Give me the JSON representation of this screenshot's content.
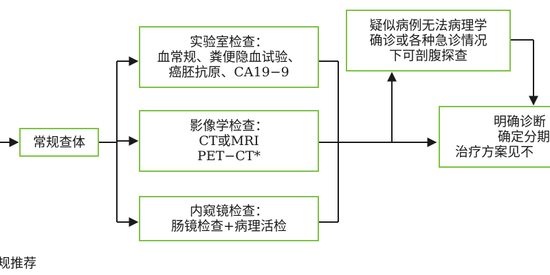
{
  "nodes": {
    "exam": {
      "label": "常规查体"
    },
    "lab": {
      "title": "实验室检查：",
      "lines": [
        "血常规、粪便隐血试验、",
        "癌胚抗原、CA19−9"
      ]
    },
    "imaging": {
      "title": "影像学检查：",
      "lines": [
        "CT或MRI",
        "PET−CT*"
      ]
    },
    "endoscopy": {
      "title": "内窥镜检查：",
      "lines": [
        "肠镜检查+病理活检"
      ]
    },
    "surgery": {
      "lines": [
        "疑似病例无法病理学",
        "确诊或各种急诊情况",
        "下可剖腹探查"
      ]
    },
    "diagnosis": {
      "lines": [
        "明确诊断",
        "确定分期",
        "治疗方案见不"
      ]
    }
  },
  "footnote": "规推荐",
  "colors": {
    "box_border": "#7cc242",
    "line": "#1a1a1a"
  }
}
